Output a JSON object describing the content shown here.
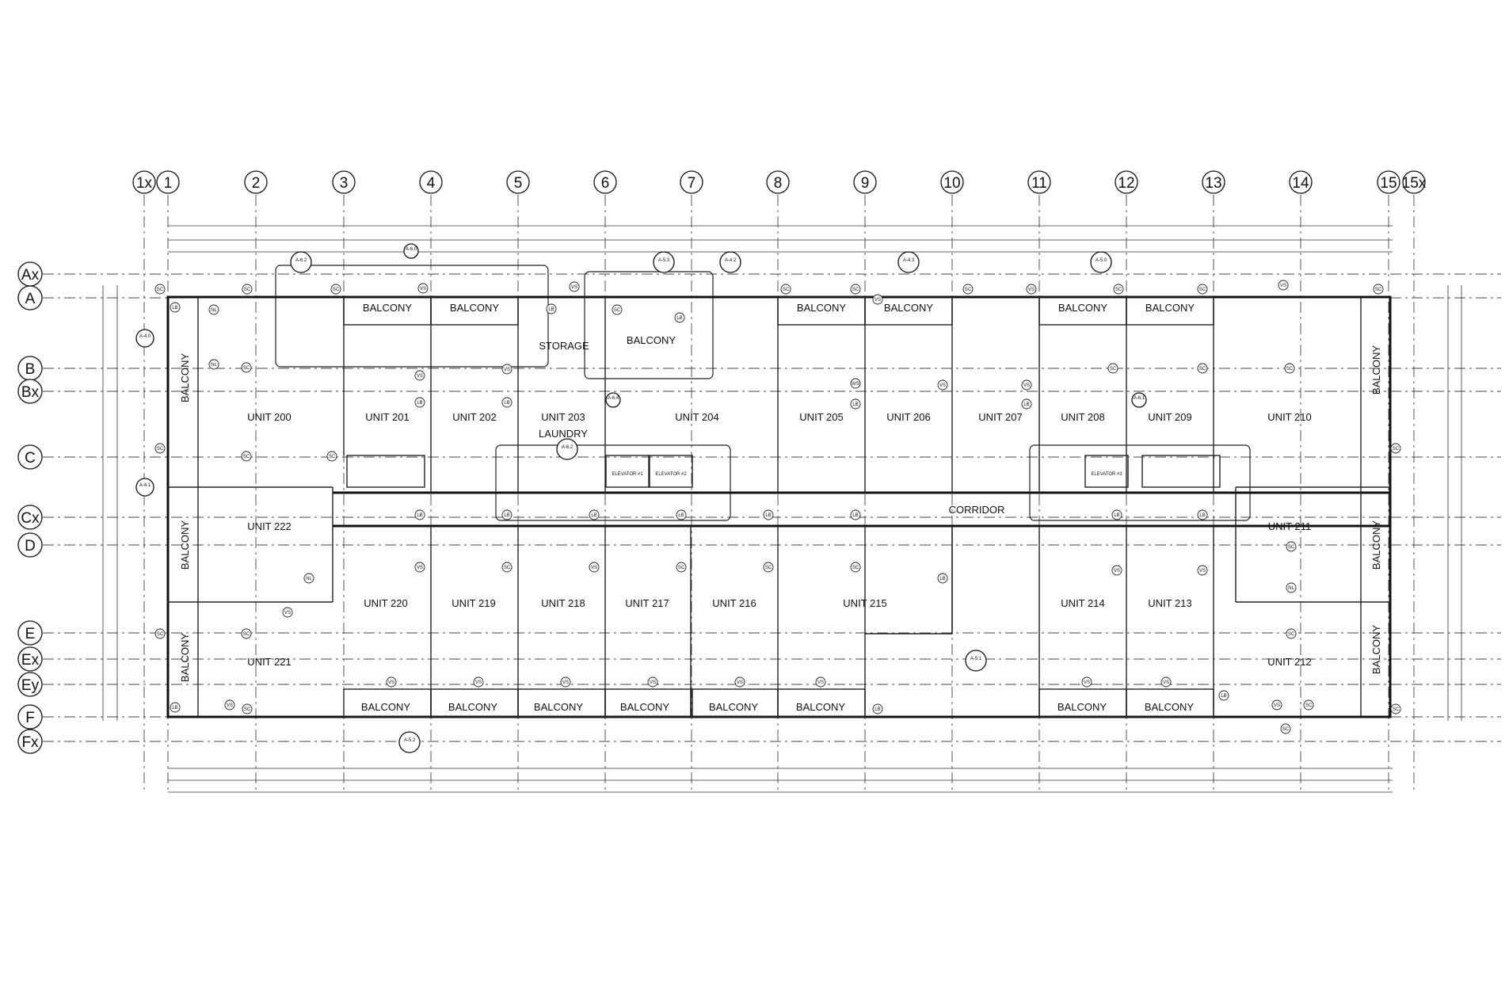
{
  "grid_columns": [
    "1x",
    "1",
    "2",
    "3",
    "4",
    "5",
    "6",
    "7",
    "8",
    "9",
    "10",
    "11",
    "12",
    "13",
    "14",
    "15",
    "15x"
  ],
  "grid_rows": [
    "Ax",
    "A",
    "B",
    "Bx",
    "C",
    "Cx",
    "D",
    "E",
    "Ex",
    "Ey",
    "F",
    "Fx"
  ],
  "rooms": [
    {
      "label": "BALCONY",
      "vertical": false
    },
    {
      "label": "BALCONY",
      "vertical": false
    },
    {
      "label": "STORAGE",
      "vertical": false
    },
    {
      "label": "BALCONY",
      "vertical": false
    },
    {
      "label": "BALCONY",
      "vertical": false
    },
    {
      "label": "BALCONY",
      "vertical": false
    },
    {
      "label": "BALCONY",
      "vertical": false
    },
    {
      "label": "BALCONY",
      "vertical": false
    },
    {
      "label": "UNIT 200",
      "vertical": false
    },
    {
      "label": "UNIT 201",
      "vertical": false
    },
    {
      "label": "UNIT 202",
      "vertical": false
    },
    {
      "label": "UNIT 203",
      "vertical": false
    },
    {
      "label": "LAUNDRY",
      "vertical": false
    },
    {
      "label": "UNIT 204",
      "vertical": false
    },
    {
      "label": "UNIT 205",
      "vertical": false
    },
    {
      "label": "UNIT 206",
      "vertical": false
    },
    {
      "label": "UNIT 207",
      "vertical": false
    },
    {
      "label": "UNIT 208",
      "vertical": false
    },
    {
      "label": "UNIT 209",
      "vertical": false
    },
    {
      "label": "UNIT 210",
      "vertical": false
    },
    {
      "label": "UNIT 222",
      "vertical": false
    },
    {
      "label": "CORRIDOR",
      "vertical": false
    },
    {
      "label": "UNIT 211",
      "vertical": false
    },
    {
      "label": "UNIT 220",
      "vertical": false
    },
    {
      "label": "UNIT 219",
      "vertical": false
    },
    {
      "label": "UNIT 218",
      "vertical": false
    },
    {
      "label": "UNIT 217",
      "vertical": false
    },
    {
      "label": "UNIT 216",
      "vertical": false
    },
    {
      "label": "UNIT 215",
      "vertical": false
    },
    {
      "label": "UNIT 214",
      "vertical": false
    },
    {
      "label": "UNIT 213",
      "vertical": false
    },
    {
      "label": "UNIT 221",
      "vertical": false
    },
    {
      "label": "UNIT 212",
      "vertical": false
    },
    {
      "label": "BALCONY",
      "vertical": false
    },
    {
      "label": "BALCONY",
      "vertical": false
    },
    {
      "label": "BALCONY",
      "vertical": false
    },
    {
      "label": "BALCONY",
      "vertical": false
    },
    {
      "label": "BALCONY",
      "vertical": false
    },
    {
      "label": "BALCONY",
      "vertical": false
    },
    {
      "label": "BALCONY",
      "vertical": false
    },
    {
      "label": "BALCONY",
      "vertical": false
    },
    {
      "label": "BALCONY",
      "vertical": true
    },
    {
      "label": "BALCONY",
      "vertical": true
    },
    {
      "label": "BALCONY",
      "vertical": true
    },
    {
      "label": "BALCONY",
      "vertical": true
    },
    {
      "label": "BALCONY",
      "vertical": true
    },
    {
      "label": "BALCONY",
      "vertical": true
    }
  ],
  "equipment_labels": [
    "ELEVATOR #1",
    "ELEVATOR #2",
    "ELEVATOR #3"
  ],
  "section_markers": [
    "A-6.2",
    "A-6.0",
    "A-5.3",
    "A-4.2",
    "A-4.3",
    "A-5.0",
    "A-4.0",
    "A-4.1",
    "A-6.4",
    "A-6.2",
    "A-6.1",
    "A-5.1",
    "A-5.2"
  ],
  "tag_codes": [
    "SC",
    "LB",
    "VS",
    "NL",
    "WS"
  ],
  "colors": {
    "ink": "#111111",
    "background": "#ffffff"
  }
}
